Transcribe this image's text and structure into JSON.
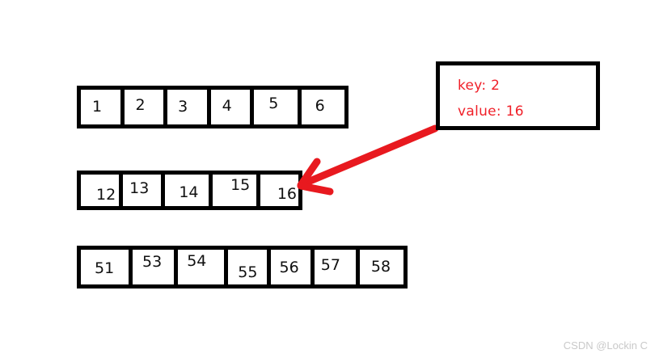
{
  "background_color": "#ffffff",
  "rows": [
    {
      "name": "array-row-top",
      "cells": [
        "1",
        "2",
        "3",
        "4",
        "5",
        "6"
      ],
      "label_offsets": [
        {
          "x": 14,
          "y": 12
        },
        {
          "x": 14,
          "y": 10
        },
        {
          "x": 13,
          "y": 12
        },
        {
          "x": 14,
          "y": 11
        },
        {
          "x": 18,
          "y": 8
        },
        {
          "x": 17,
          "y": 11
        }
      ],
      "cell_widths": [
        50,
        50,
        50,
        50,
        55,
        55
      ]
    },
    {
      "name": "array-row-middle",
      "cells": [
        "12",
        "13",
        "14",
        "15",
        "16"
      ],
      "label_offsets": [
        {
          "x": 19,
          "y": 16
        },
        {
          "x": 8,
          "y": 8
        },
        {
          "x": 17,
          "y": 13
        },
        {
          "x": 22,
          "y": 4
        },
        {
          "x": 21,
          "y": 15
        }
      ],
      "cell_widths": [
        50,
        50,
        57,
        57,
        50
      ]
    },
    {
      "name": "array-row-bottom",
      "cells": [
        "51",
        "53",
        "54",
        "55",
        "56",
        "57",
        "58"
      ],
      "label_offsets": [
        {
          "x": 17,
          "y": 14
        },
        {
          "x": 12,
          "y": 6
        },
        {
          "x": 11,
          "y": 5
        },
        {
          "x": 12,
          "y": 19
        },
        {
          "x": 11,
          "y": 13
        },
        {
          "x": 8,
          "y": 10
        },
        {
          "x": 14,
          "y": 12
        }
      ],
      "cell_widths": [
        60,
        52,
        58,
        48,
        50,
        52,
        55
      ]
    }
  ],
  "callout": {
    "key_line": "key: 2",
    "value_line": "value: 16",
    "text_color": "#f01f28",
    "border_color": "#000000"
  },
  "arrow": {
    "color": "#e8191f",
    "from_x": 539,
    "from_y": 160,
    "to_x": 370,
    "to_y": 230,
    "icon": "arrow-pointing-left-icon"
  },
  "watermark": {
    "text": "CSDN @Lockin C",
    "color": "#c9c9c9"
  },
  "chart_data": {
    "type": "diagram",
    "title": "",
    "description": "Three horizontal boxed arrays with a red annotation callout pointing to the last cell of the middle array",
    "series": [
      {
        "name": "row-top",
        "values": [
          1,
          2,
          3,
          4,
          5,
          6
        ]
      },
      {
        "name": "row-middle",
        "values": [
          12,
          13,
          14,
          15,
          16
        ]
      },
      {
        "name": "row-bottom",
        "values": [
          51,
          53,
          54,
          55,
          56,
          57,
          58
        ]
      }
    ],
    "annotation": {
      "key": 2,
      "value": 16,
      "target": "row-middle last cell (16)"
    }
  }
}
